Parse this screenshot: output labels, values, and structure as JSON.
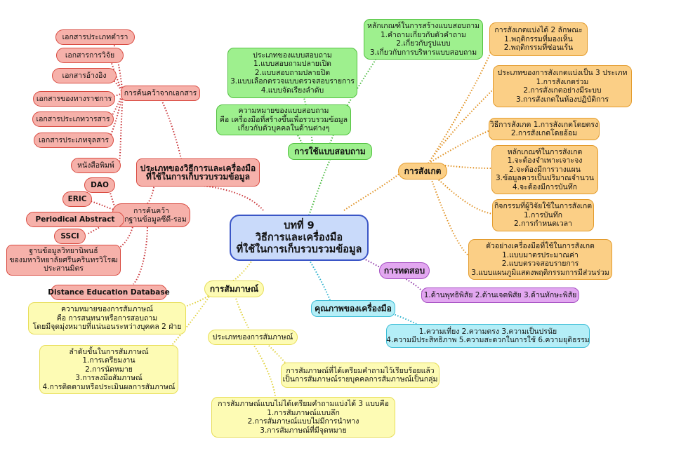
{
  "center": {
    "lines": [
      "บทที่ 9",
      "วิธีการและเครื่องมือ",
      "ที่ใช้ในการเก็บรวบรวมข้อมูล"
    ]
  },
  "types_branch": {
    "lines": [
      "ประเภทของวิธีการและเครื่องมือ",
      "ที่ใช้ในการเก็บรวบรวมข้อมูล"
    ]
  },
  "doc_research": {
    "label": "การค้นคว้าจากเอกสาร",
    "items": [
      "เอกสารประเภทตำรา",
      "เอกสารการวิจัย",
      "เอกสารอ้างอิง",
      "เอกสารของทางราชการ",
      "เอกสารประเภทวารสาร",
      "เอกสารประเภทจุลสาร",
      "หนังสือพิมพ์"
    ]
  },
  "db_research": {
    "lines": [
      "การค้นคว้า",
      "จากฐานข้อมูลซีดี-รอม"
    ],
    "items": [
      "DAO",
      "ERIC",
      "Periodical Abstract",
      "SSCI"
    ],
    "thesis": [
      "ฐานข้อมูลวิทยานิพนธ์",
      "ของมหาวิทยาลัยศรีนครินทรวิโรฒ",
      "ประสานมิตร"
    ],
    "distance": "Distance Education Database"
  },
  "questionnaire": {
    "label": "การใช้แบบสอบถาม",
    "principles": [
      "หลักเกณฑ์ในการสร้างแบบสอบถาม",
      "1.คำถามเกี่ยวกับตัวคำถาม",
      "2.เกี่ยวกับรูปแบบ",
      "3.เกี่ยวกับการบริหารแบบสอบถาม"
    ],
    "types": [
      "ประเภทของแบบสอบถาม",
      "1.แบบสอบถามปลายเปิด",
      "2.แบบสอบถามปลายปิด",
      "3.แบบเลือกตรวจแบบตรวจสอบรายการ",
      "4.แบบจัดเรียงลำดับ"
    ],
    "meaning": [
      "ความหมายของแบบสอบถาม",
      "คือ เครื่องมือที่สร้างขึ้นเพื่อรวบรวมข้อมูล",
      "เกี่ยวกับตัวบุคคลในด้านต่างๆ"
    ]
  },
  "observation": {
    "label": "การสังเกต",
    "kinds": [
      "การสังเกตแบ่งได้ 2 ลักษณะ",
      "1.พฤติกรรมที่มองเห็น",
      "2.พฤติกรรมที่ซ่อนเร้น"
    ],
    "types": [
      "ประเภทของการสังเกตแบ่งเป็น 3 ประเภท",
      "1.การสังเกตร่วม",
      "2.การสังเกตอย่างมีระบบ",
      "3.การสังเกตในห้องปฏิบัติการ"
    ],
    "methods": [
      "วิธีการสังเกต 1.การสังเกตโดยตรง",
      "2.การสังเกตโดยอ้อม"
    ],
    "principles": [
      "หลักเกณฑ์ในการสังเกต",
      "1.จะต้องจำเพาะเจาะจง",
      "2.จะต้องมีการวางแผน",
      "3.ข้อมูลควรเป็นปริมาณจำนวน",
      "4.จะต้องมีการบันทึก"
    ],
    "activities": [
      "กิจกรรมที่ผู้วิจัยใช้ในการสังเกต",
      "1.การบันทึก",
      "2.การกำหนดเวลา"
    ],
    "tools": [
      "ตัวอย่างเครื่องมือที่ใช้ในการสังเกต",
      "1.แบบมาตรประมาณค่า",
      "2.แบบตรวจสอบรายการ",
      "3.แบบแผนภูมิแสดงพฤติกรรมการมีส่วนร่วม"
    ]
  },
  "test": {
    "label": "การทดสอบ",
    "detail": "1.ด้านพุทธิพิสัย 2.ด้านเจตพิสัย 3.ด้านทักษะพิสัย"
  },
  "quality": {
    "label": "คุณภาพของเครื่องมือ",
    "detail": [
      "1.ความเที่ยง 2.ความตรง 3.ความเป็นปรนัย",
      "4.ความมีประสิทธิภาพ 5.ความสะดวกในการใช้ 6.ความยุติธรรม"
    ]
  },
  "interview": {
    "label": "การสัมภาษณ์",
    "meaning": [
      "ความหมายของการสัมภาษณ์",
      "คือ การสนทนาหรือการสอบถาม",
      "โดยมีจุดมุ่งหมายที่แน่นอนระหว่างบุคคล 2 ฝ่าย"
    ],
    "steps": [
      "ลำดับขั้นในการสัมภาษณ์",
      "1.การเตรียมงาน",
      "2.การนัดหมาย",
      "3.การลงมือสัมภาษณ์",
      "4.การติดตามหรือประเมินผลการสัมภาษณ์"
    ],
    "types_label": "ประเภทของการสัมภาษณ์",
    "structured": [
      "การสัมภาษณ์ที่ได้เตรียมคำถามไว้เรียบร้อยแล้ว",
      "เป็นการสัมภาษณ์รายบุคคลการสัมภาษณ์เป็นกลุ่ม"
    ],
    "unstructured": [
      "การสัมภาษณ์แบบไม่ได้เตรียมคำถามแบ่งได้ 3 แบบคือ",
      "1.การสัมภาษณ์แบบลึก",
      "2.การสัมภาษณ์แบบไม่มีการนำทาง",
      "3.การสัมภาษณ์ที่มีจุดหมาย"
    ]
  }
}
